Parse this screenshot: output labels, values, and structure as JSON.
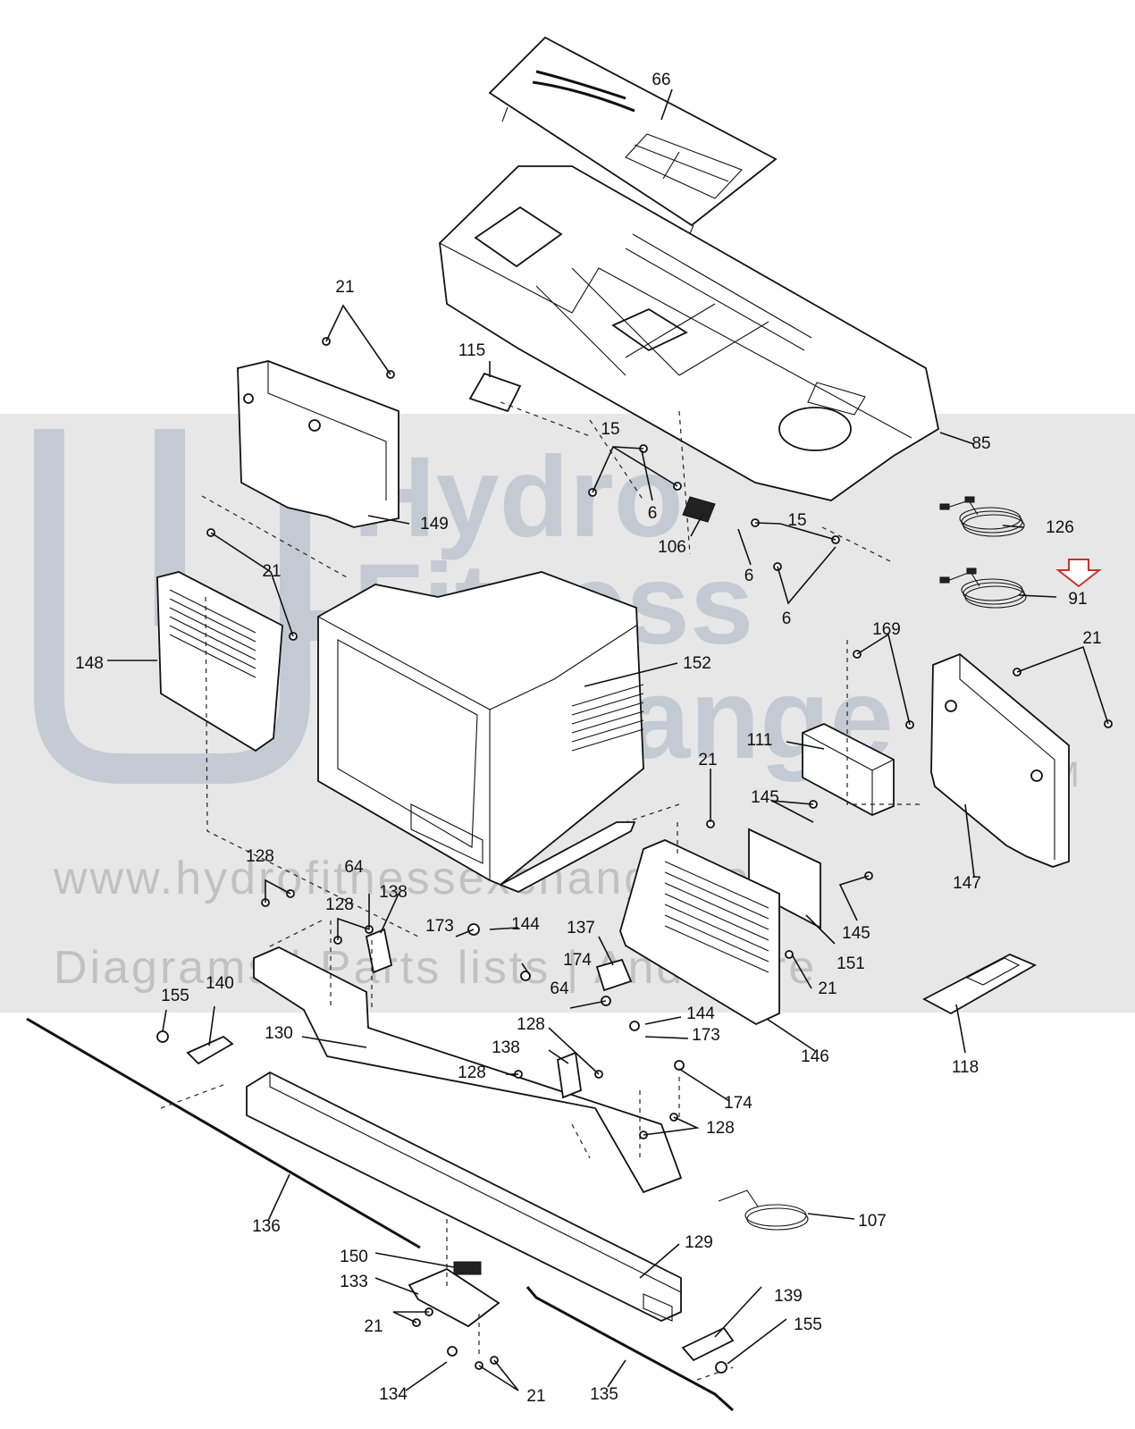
{
  "watermark": {
    "line1": "Hydro",
    "line2": "Fitness",
    "line3": "Exchange",
    "tm": "TM",
    "url": "www.hydrofitnessexchange.com",
    "tagline": "Diagrams | Parts lists | And More"
  },
  "callouts": [
    {
      "id": "c66",
      "text": "66"
    },
    {
      "id": "c85",
      "text": "85"
    },
    {
      "id": "c115",
      "text": "115"
    },
    {
      "id": "c21a",
      "text": "21"
    },
    {
      "id": "c15a",
      "text": "15"
    },
    {
      "id": "c6a",
      "text": "6"
    },
    {
      "id": "c106",
      "text": "106"
    },
    {
      "id": "c6b",
      "text": "6"
    },
    {
      "id": "c15b",
      "text": "15"
    },
    {
      "id": "c6c",
      "text": "6"
    },
    {
      "id": "c126",
      "text": "126"
    },
    {
      "id": "c91",
      "text": "91"
    },
    {
      "id": "c149",
      "text": "149"
    },
    {
      "id": "c21b",
      "text": "21"
    },
    {
      "id": "c148",
      "text": "148"
    },
    {
      "id": "c152",
      "text": "152"
    },
    {
      "id": "c169",
      "text": "169"
    },
    {
      "id": "c21c",
      "text": "21"
    },
    {
      "id": "c111",
      "text": "111"
    },
    {
      "id": "c21d",
      "text": "21"
    },
    {
      "id": "c145a",
      "text": "145"
    },
    {
      "id": "c147",
      "text": "147"
    },
    {
      "id": "c145b",
      "text": "145"
    },
    {
      "id": "c151",
      "text": "151"
    },
    {
      "id": "c128a",
      "text": "128"
    },
    {
      "id": "c64a",
      "text": "64"
    },
    {
      "id": "c138a",
      "text": "138"
    },
    {
      "id": "c128b",
      "text": "128"
    },
    {
      "id": "c173a",
      "text": "173"
    },
    {
      "id": "c144a",
      "text": "144"
    },
    {
      "id": "c137",
      "text": "137"
    },
    {
      "id": "c174a",
      "text": "174"
    },
    {
      "id": "c21e",
      "text": "21"
    },
    {
      "id": "c155a",
      "text": "155"
    },
    {
      "id": "c140",
      "text": "140"
    },
    {
      "id": "c130",
      "text": "130"
    },
    {
      "id": "c64b",
      "text": "64"
    },
    {
      "id": "c144b",
      "text": "144"
    },
    {
      "id": "c173b",
      "text": "173"
    },
    {
      "id": "c128c",
      "text": "128"
    },
    {
      "id": "c138b",
      "text": "138"
    },
    {
      "id": "c128d",
      "text": "128"
    },
    {
      "id": "c146",
      "text": "146"
    },
    {
      "id": "c118",
      "text": "118"
    },
    {
      "id": "c174b",
      "text": "174"
    },
    {
      "id": "c128e",
      "text": "128"
    },
    {
      "id": "c107",
      "text": "107"
    },
    {
      "id": "c136",
      "text": "136"
    },
    {
      "id": "c129",
      "text": "129"
    },
    {
      "id": "c150",
      "text": "150"
    },
    {
      "id": "c133",
      "text": "133"
    },
    {
      "id": "c21f",
      "text": "21"
    },
    {
      "id": "c139",
      "text": "139"
    },
    {
      "id": "c155b",
      "text": "155"
    },
    {
      "id": "c134",
      "text": "134"
    },
    {
      "id": "c21g",
      "text": "21"
    },
    {
      "id": "c135",
      "text": "135"
    }
  ]
}
